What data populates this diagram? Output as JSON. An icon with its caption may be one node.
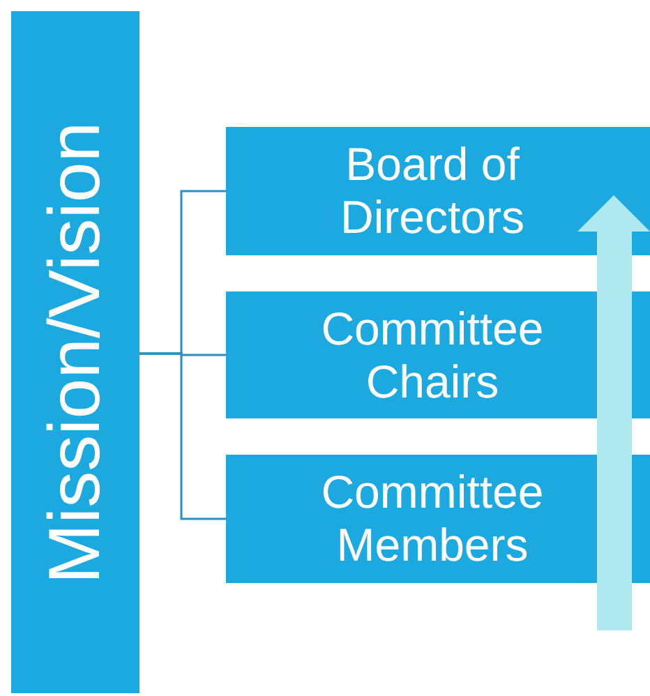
{
  "diagram": {
    "nodes": [
      {
        "text": [
          "Mission/Vision"
        ]
      },
      {
        "text": [
          "Board of Directors"
        ]
      },
      {
        "text": [
          "Committee Chairs"
        ]
      },
      {
        "text": [
          "Committee Members"
        ]
      }
    ],
    "edges": [
      {
        "from": 0,
        "to": 1,
        "arrow": "none"
      },
      {
        "from": 0,
        "to": 2,
        "arrow": "none"
      },
      {
        "from": 0,
        "to": 3,
        "arrow": "none"
      }
    ]
  }
}
